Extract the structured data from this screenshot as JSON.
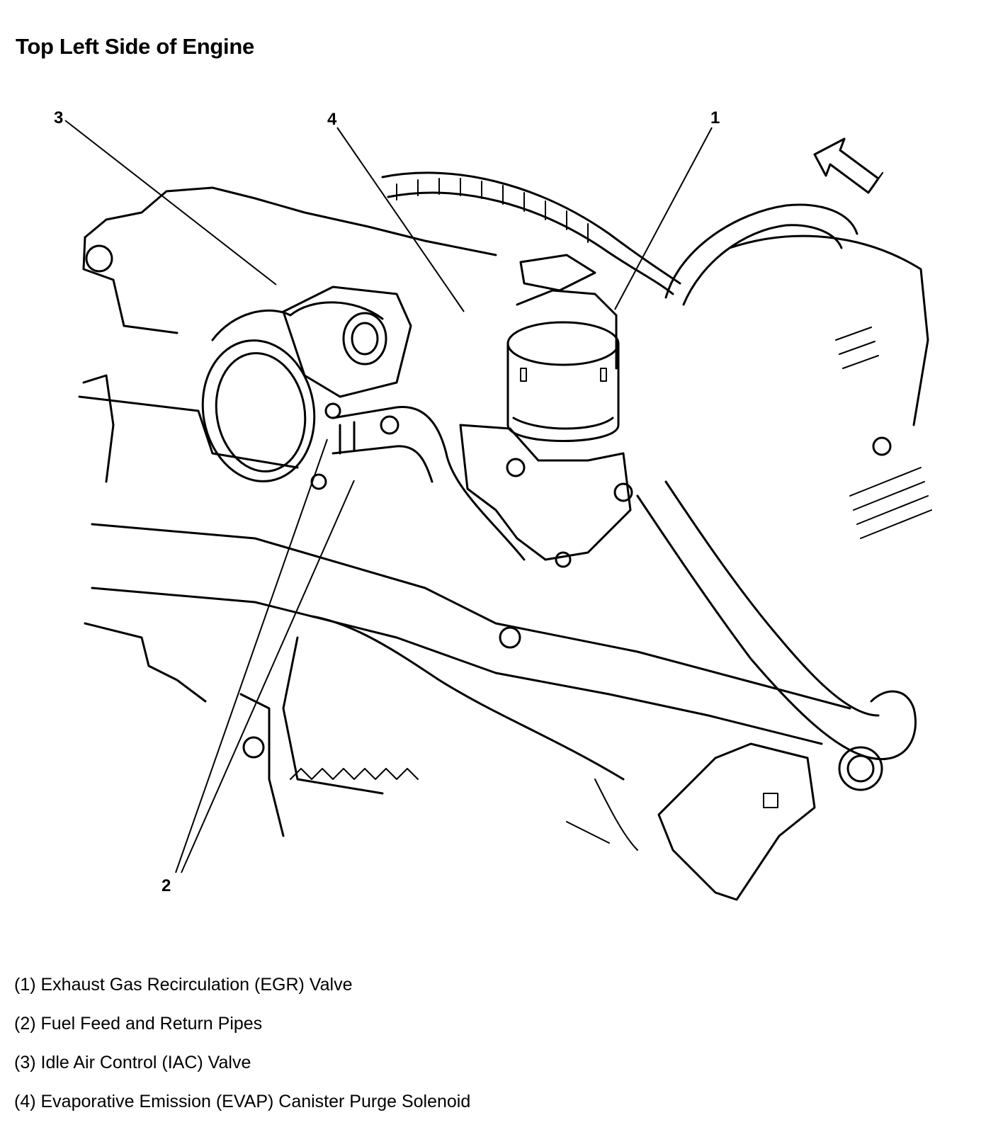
{
  "title": "Top Left Side of Engine",
  "callouts": [
    "1",
    "2",
    "3",
    "4"
  ],
  "legend": [
    "(1) Exhaust Gas Recirculation (EGR) Valve",
    "(2) Fuel Feed and Return Pipes",
    "(3) Idle Air Control (IAC) Valve",
    "(4) Evaporative Emission (EVAP) Canister Purge Solenoid"
  ],
  "icons": {
    "direction": "front-arrow-icon"
  },
  "colors": {
    "line": "#000000",
    "background": "#ffffff"
  }
}
